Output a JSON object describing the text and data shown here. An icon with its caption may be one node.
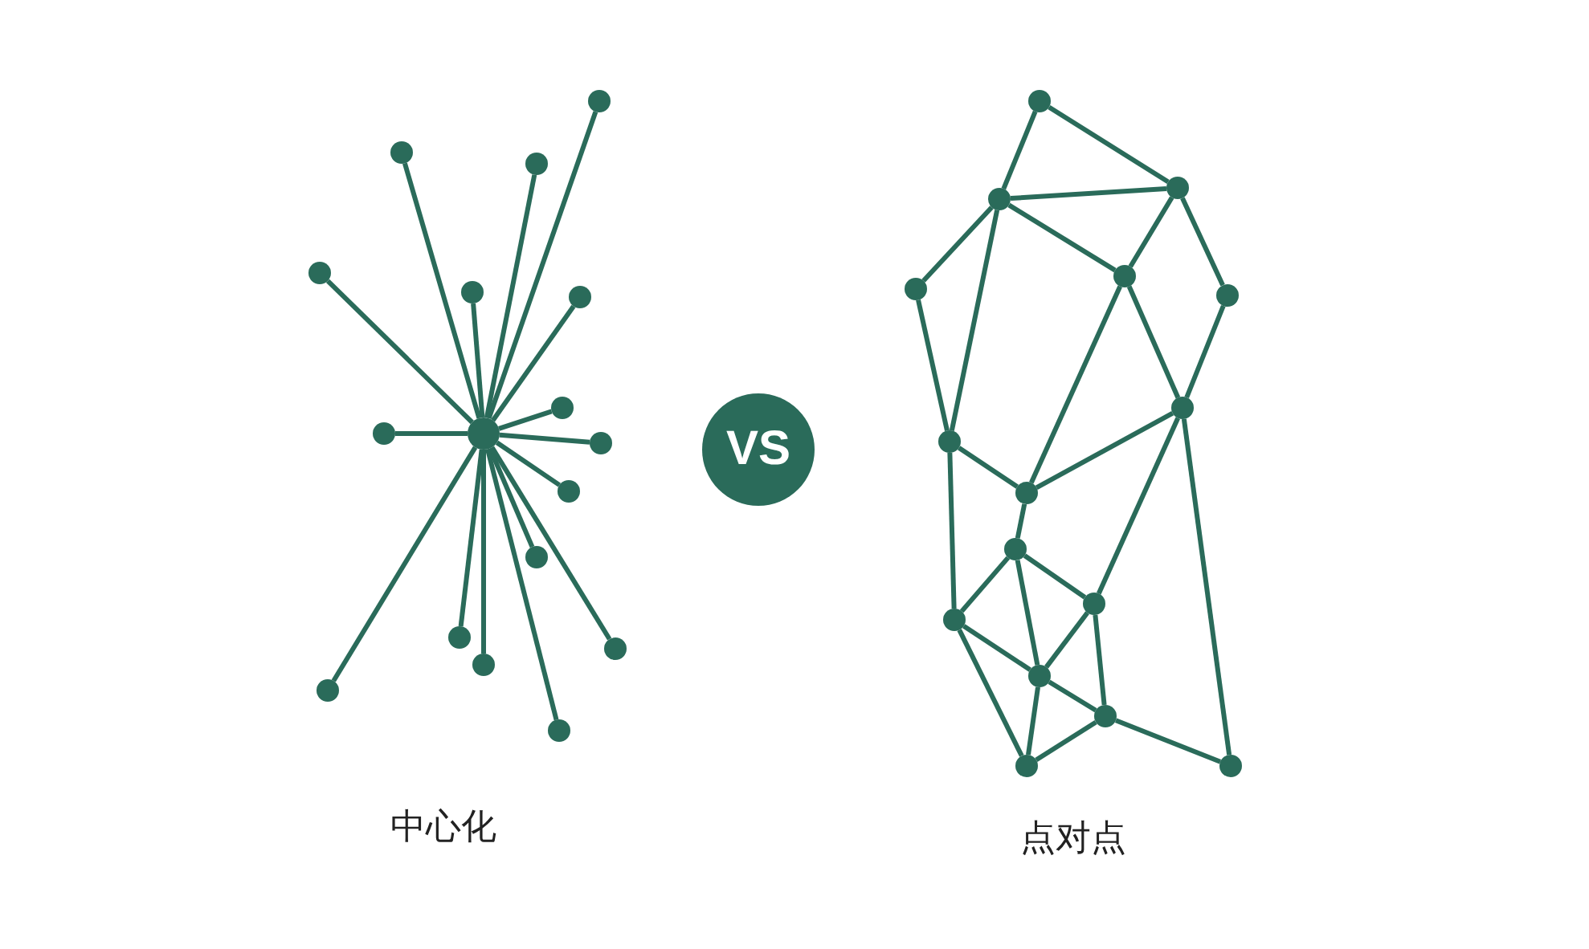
{
  "diagram": {
    "nodes": [
      {
        "text": [],
        "shape": "circle"
      },
      {
        "text": [],
        "shape": "circle"
      },
      {
        "text": [],
        "shape": "circle"
      },
      {
        "text": [],
        "shape": "circle"
      },
      {
        "text": [],
        "shape": "circle"
      },
      {
        "text": [],
        "shape": "circle"
      },
      {
        "text": [],
        "shape": "circle"
      },
      {
        "text": [],
        "shape": "circle"
      },
      {
        "text": [],
        "shape": "circle"
      },
      {
        "text": [],
        "shape": "circle"
      },
      {
        "text": [],
        "shape": "circle"
      },
      {
        "text": [],
        "shape": "circle"
      },
      {
        "text": [],
        "shape": "circle"
      },
      {
        "text": [],
        "shape": "circle"
      },
      {
        "text": [],
        "shape": "circle"
      },
      {
        "text": [],
        "shape": "circle"
      },
      {
        "text": [],
        "shape": "circle"
      },
      {
        "text": [
          "VS"
        ]
      },
      {
        "text": [],
        "shape": "circle"
      },
      {
        "text": [],
        "shape": "circle"
      },
      {
        "text": [],
        "shape": "circle"
      },
      {
        "text": [],
        "shape": "circle"
      },
      {
        "text": [],
        "shape": "circle"
      },
      {
        "text": [],
        "shape": "circle"
      },
      {
        "text": [],
        "shape": "circle"
      },
      {
        "text": [],
        "shape": "circle"
      },
      {
        "text": [],
        "shape": "circle"
      },
      {
        "text": [],
        "shape": "circle"
      },
      {
        "text": [],
        "shape": "circle"
      },
      {
        "text": [],
        "shape": "circle"
      },
      {
        "text": [],
        "shape": "circle"
      },
      {
        "text": [],
        "shape": "circle"
      },
      {
        "text": [],
        "shape": "circle"
      },
      {
        "text": [],
        "shape": "circle"
      }
    ],
    "edges": [
      {
        "from": 0,
        "to": 1,
        "arrow": "none"
      },
      {
        "from": 0,
        "to": 2,
        "arrow": "none"
      },
      {
        "from": 0,
        "to": 3,
        "arrow": "none"
      },
      {
        "from": 0,
        "to": 4,
        "arrow": "none"
      },
      {
        "from": 0,
        "to": 5,
        "arrow": "none"
      },
      {
        "from": 0,
        "to": 6,
        "arrow": "none"
      },
      {
        "from": 0,
        "to": 7,
        "arrow": "none"
      },
      {
        "from": 0,
        "to": 8,
        "arrow": "none"
      },
      {
        "from": 0,
        "to": 9,
        "arrow": "none"
      },
      {
        "from": 0,
        "to": 10,
        "arrow": "none"
      },
      {
        "from": 0,
        "to": 11,
        "arrow": "none"
      },
      {
        "from": 0,
        "to": 12,
        "arrow": "none"
      },
      {
        "from": 0,
        "to": 13,
        "arrow": "none"
      },
      {
        "from": 0,
        "to": 14,
        "arrow": "none"
      },
      {
        "from": 0,
        "to": 15,
        "arrow": "none"
      },
      {
        "from": 0,
        "to": 16,
        "arrow": "none"
      },
      {
        "from": 18,
        "to": 19,
        "arrow": "none"
      },
      {
        "from": 18,
        "to": 20,
        "arrow": "none"
      },
      {
        "from": 19,
        "to": 20,
        "arrow": "none"
      },
      {
        "from": 19,
        "to": 21,
        "arrow": "none"
      },
      {
        "from": 19,
        "to": 22,
        "arrow": "none"
      },
      {
        "from": 19,
        "to": 25,
        "arrow": "none"
      },
      {
        "from": 20,
        "to": 22,
        "arrow": "none"
      },
      {
        "from": 20,
        "to": 23,
        "arrow": "none"
      },
      {
        "from": 21,
        "to": 25,
        "arrow": "none"
      },
      {
        "from": 22,
        "to": 26,
        "arrow": "none"
      },
      {
        "from": 22,
        "to": 24,
        "arrow": "none"
      },
      {
        "from": 23,
        "to": 24,
        "arrow": "none"
      },
      {
        "from": 24,
        "to": 26,
        "arrow": "none"
      },
      {
        "from": 24,
        "to": 28,
        "arrow": "none"
      },
      {
        "from": 24,
        "to": 33,
        "arrow": "none"
      },
      {
        "from": 25,
        "to": 26,
        "arrow": "none"
      },
      {
        "from": 25,
        "to": 29,
        "arrow": "none"
      },
      {
        "from": 26,
        "to": 27,
        "arrow": "none"
      },
      {
        "from": 27,
        "to": 29,
        "arrow": "none"
      },
      {
        "from": 27,
        "to": 28,
        "arrow": "none"
      },
      {
        "from": 27,
        "to": 30,
        "arrow": "none"
      },
      {
        "from": 29,
        "to": 30,
        "arrow": "none"
      },
      {
        "from": 29,
        "to": 32,
        "arrow": "none"
      },
      {
        "from": 28,
        "to": 30,
        "arrow": "none"
      },
      {
        "from": 28,
        "to": 31,
        "arrow": "none"
      },
      {
        "from": 30,
        "to": 31,
        "arrow": "none"
      },
      {
        "from": 30,
        "to": 32,
        "arrow": "none"
      },
      {
        "from": 31,
        "to": 32,
        "arrow": "none"
      },
      {
        "from": 31,
        "to": 33,
        "arrow": "none"
      }
    ],
    "labels": [
      "中心化",
      "点对点"
    ]
  }
}
